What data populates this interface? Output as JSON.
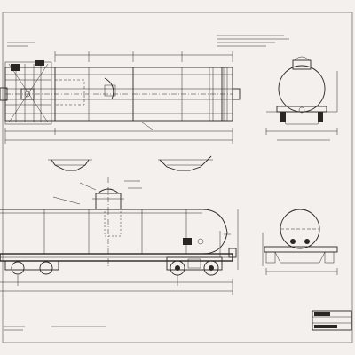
{
  "drawing": {
    "subject": "tank-car-general-arrangement",
    "paper_color": "#f4f0ed",
    "ink_color": "#2b2624",
    "views": [
      {
        "id": "plan-view"
      },
      {
        "id": "side-elevation"
      },
      {
        "id": "end-view-upper"
      },
      {
        "id": "end-view-lower"
      },
      {
        "id": "bolster-detail-left"
      },
      {
        "id": "bolster-detail-right"
      }
    ]
  }
}
